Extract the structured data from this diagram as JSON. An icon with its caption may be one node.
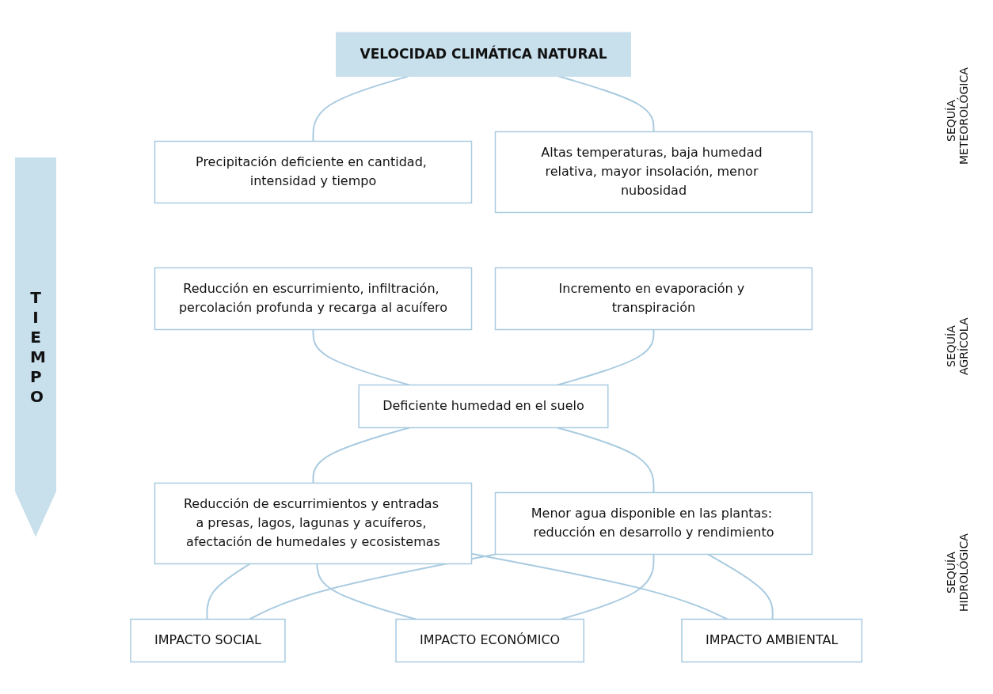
{
  "diagram": {
    "nodes": [
      {
        "text": [
          "VELOCIDAD CLIMÁTICA NATURAL"
        ]
      },
      {
        "text": [
          "Precipitación deficiente en cantidad, intensidad y tiempo"
        ]
      },
      {
        "text": [
          "Altas temperaturas, baja humedad relativa, mayor insolación, menor nubosidad"
        ]
      },
      {
        "text": [
          "Reducción en escurrimiento, infiltración, percolación profunda y recarga al acuífero"
        ]
      },
      {
        "text": [
          "Incremento en evaporación y transpiración"
        ]
      },
      {
        "text": [
          "Deficiente humedad en el suelo"
        ]
      },
      {
        "text": [
          "Menor agua disponible en las plantas: reducción en desarrollo y rendimiento"
        ]
      },
      {
        "text": [
          "Reducción de escurrimientos y entradas a presas, lagos, lagunas y acuíferos, afectación de humedales y ecosistemas"
        ]
      },
      {
        "text": [
          "IMPACTO SOCIAL"
        ]
      },
      {
        "text": [
          "IMPACTO ECONÓMICO"
        ]
      },
      {
        "text": [
          "IMPACTO AMBIENTAL"
        ]
      }
    ],
    "edges": [
      {
        "from": 0,
        "to": 1,
        "arrow": "none"
      },
      {
        "from": 0,
        "to": 2,
        "arrow": "none"
      },
      {
        "from": 3,
        "to": 5,
        "arrow": "none"
      },
      {
        "from": 4,
        "to": 5,
        "arrow": "none"
      },
      {
        "from": 5,
        "to": 7,
        "arrow": "none"
      },
      {
        "from": 5,
        "to": 6,
        "arrow": "none"
      },
      {
        "from": 7,
        "to": 8,
        "arrow": "none"
      },
      {
        "from": 7,
        "to": 9,
        "arrow": "none"
      },
      {
        "from": 7,
        "to": 10,
        "arrow": "none"
      },
      {
        "from": 6,
        "to": 8,
        "arrow": "none"
      },
      {
        "from": 6,
        "to": 9,
        "arrow": "none"
      },
      {
        "from": 6,
        "to": 10,
        "arrow": "none"
      }
    ],
    "labels": [
      "TIEMPO",
      "SEQUÍA METEOROLÓGICA",
      "SEQUÍA AGRÍCOLA",
      "SEQUÍA HIDROLÓGICA"
    ]
  }
}
